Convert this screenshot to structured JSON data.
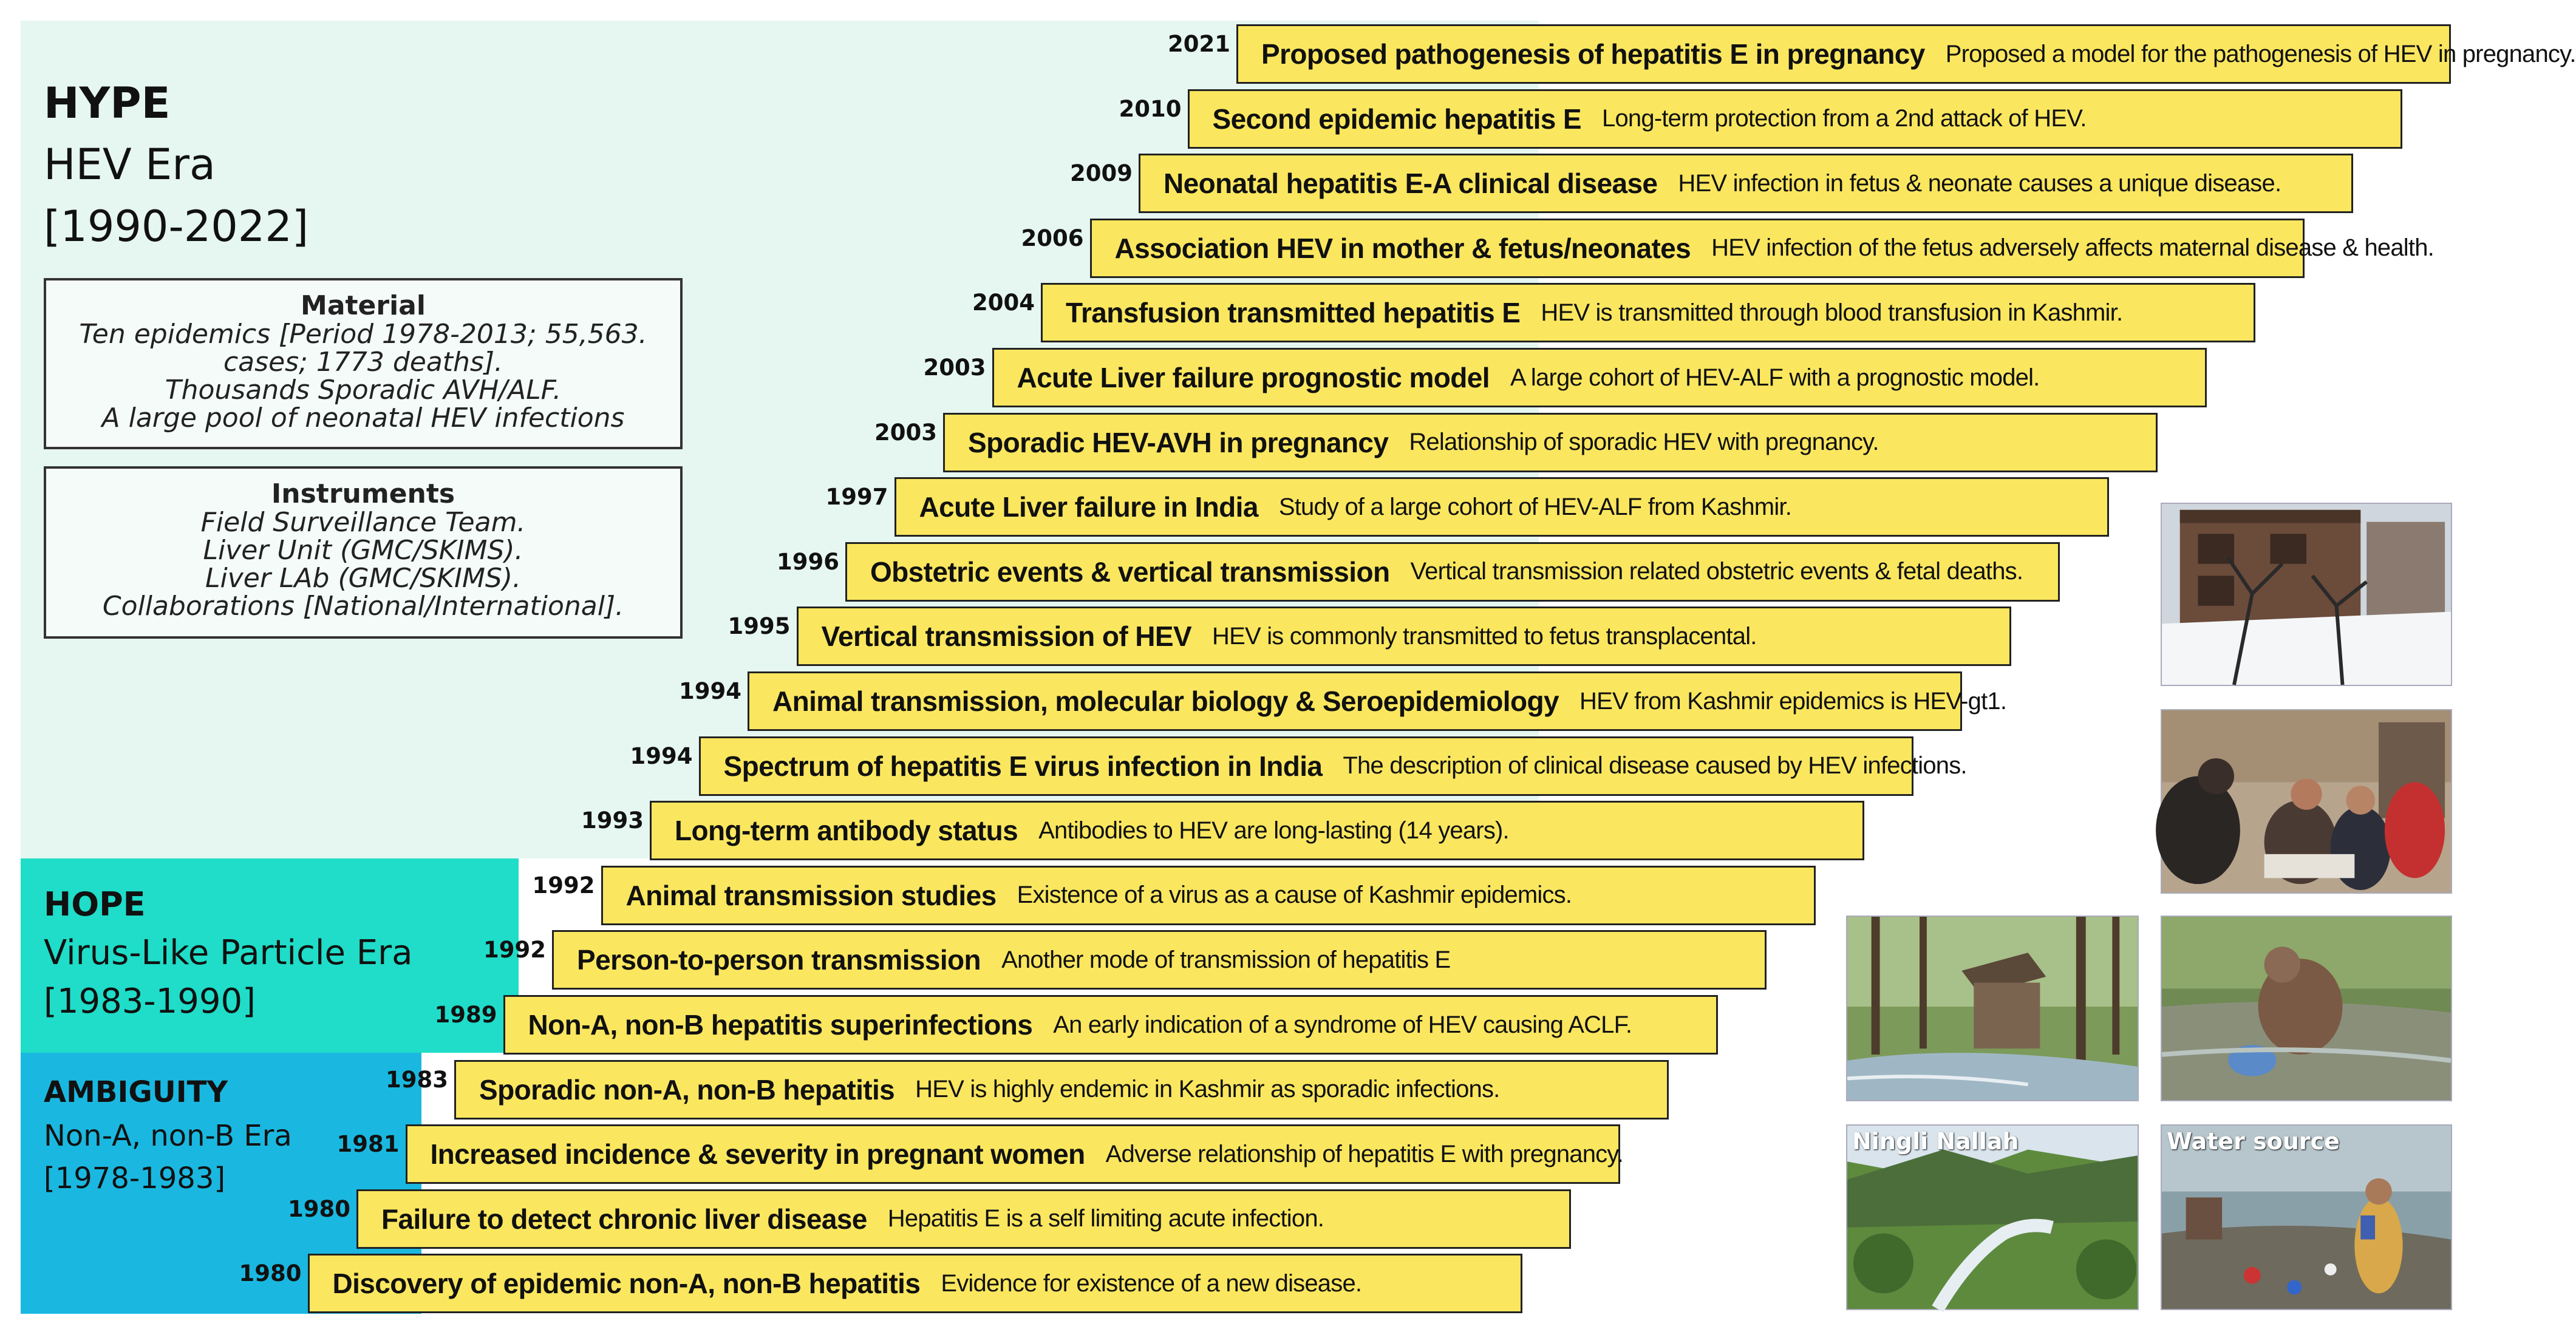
{
  "eras": {
    "hype": {
      "title": "HYPE",
      "name": "HEV Era",
      "years": "[1990-2022]"
    },
    "hope": {
      "title": "HOPE",
      "name": "Virus-Like Particle Era",
      "years": "[1983-1990]"
    },
    "ambiguity": {
      "title": "AMBIGUITY",
      "name": "Non-A, non-B Era",
      "years": "[1978-1983]"
    }
  },
  "material": {
    "heading": "Material",
    "lines": [
      "Ten epidemics [Period 1978-2013; 55,563.",
      "cases; 1773 deaths].",
      "Thousands Sporadic AVH/ALF.",
      "A large pool of neonatal HEV infections"
    ]
  },
  "instruments": {
    "heading": "Instruments",
    "lines": [
      "Field Surveillance Team.",
      "Liver Unit (GMC/SKIMS).",
      "Liver LAb (GMC/SKIMS).",
      "Collaborations [National/International]."
    ]
  },
  "events": [
    {
      "year": "2021",
      "title": "Proposed pathogenesis of hepatitis E in pregnancy",
      "desc": "Proposed a model for the pathogenesis of HEV in pregnancy."
    },
    {
      "year": "2010",
      "title": "Second epidemic hepatitis E",
      "desc": "Long-term protection from a 2nd attack of HEV."
    },
    {
      "year": "2009",
      "title": "Neonatal hepatitis E-A clinical disease",
      "desc": "HEV infection in fetus & neonate causes a unique disease."
    },
    {
      "year": "2006",
      "title": "Association HEV in mother & fetus/neonates",
      "desc": "HEV infection of the fetus adversely affects maternal disease & health."
    },
    {
      "year": "2004",
      "title": "Transfusion transmitted hepatitis E",
      "desc": "HEV is transmitted through blood transfusion in Kashmir."
    },
    {
      "year": "2003",
      "title": "Acute Liver failure prognostic model",
      "desc": "A large cohort of HEV-ALF with a prognostic model."
    },
    {
      "year": "2003",
      "title": "Sporadic HEV-AVH in pregnancy",
      "desc": "Relationship of sporadic HEV with pregnancy."
    },
    {
      "year": "1997",
      "title": "Acute Liver failure in India",
      "desc": "Study of a large cohort of HEV-ALF from Kashmir."
    },
    {
      "year": "1996",
      "title": "Obstetric events & vertical transmission",
      "desc": "Vertical transmission related obstetric events & fetal deaths."
    },
    {
      "year": "1995",
      "title": "Vertical transmission of HEV",
      "desc": "HEV is commonly transmitted to fetus transplacental."
    },
    {
      "year": "1994",
      "title": "Animal transmission, molecular biology & Seroepidemiology",
      "desc": "HEV from Kashmir epidemics is HEV-gt1."
    },
    {
      "year": "1994",
      "title": "Spectrum of hepatitis E virus infection in India",
      "desc": "The description of clinical disease caused by HEV infections."
    },
    {
      "year": "1993",
      "title": "Long-term antibody status",
      "desc": "Antibodies to HEV are long-lasting (14 years)."
    },
    {
      "year": "1992",
      "title": "Animal transmission studies",
      "desc": "Existence of a virus as a cause of Kashmir epidemics."
    },
    {
      "year": "1992",
      "title": "Person-to-person transmission",
      "desc": "Another mode of transmission of hepatitis E"
    },
    {
      "year": "1989",
      "title": "Non-A, non-B hepatitis superinfections",
      "desc": "An early indication of a syndrome of HEV causing ACLF."
    },
    {
      "year": "1983",
      "title": "Sporadic non-A, non-B hepatitis",
      "desc": "HEV is highly endemic in Kashmir as sporadic infections."
    },
    {
      "year": "1981",
      "title": "Increased incidence & severity in pregnant women",
      "desc": "Adverse relationship of hepatitis E with pregnancy."
    },
    {
      "year": "1980",
      "title": "Failure to detect chronic liver disease",
      "desc": "Hepatitis E is a self limiting acute infection."
    },
    {
      "year": "1980",
      "title": "Discovery of epidemic non-A, non-B hepatitis",
      "desc": "Evidence for existence of a new disease."
    }
  ],
  "photos": {
    "ningli_label": "Ningli Nallah",
    "water_label": "Water source"
  }
}
